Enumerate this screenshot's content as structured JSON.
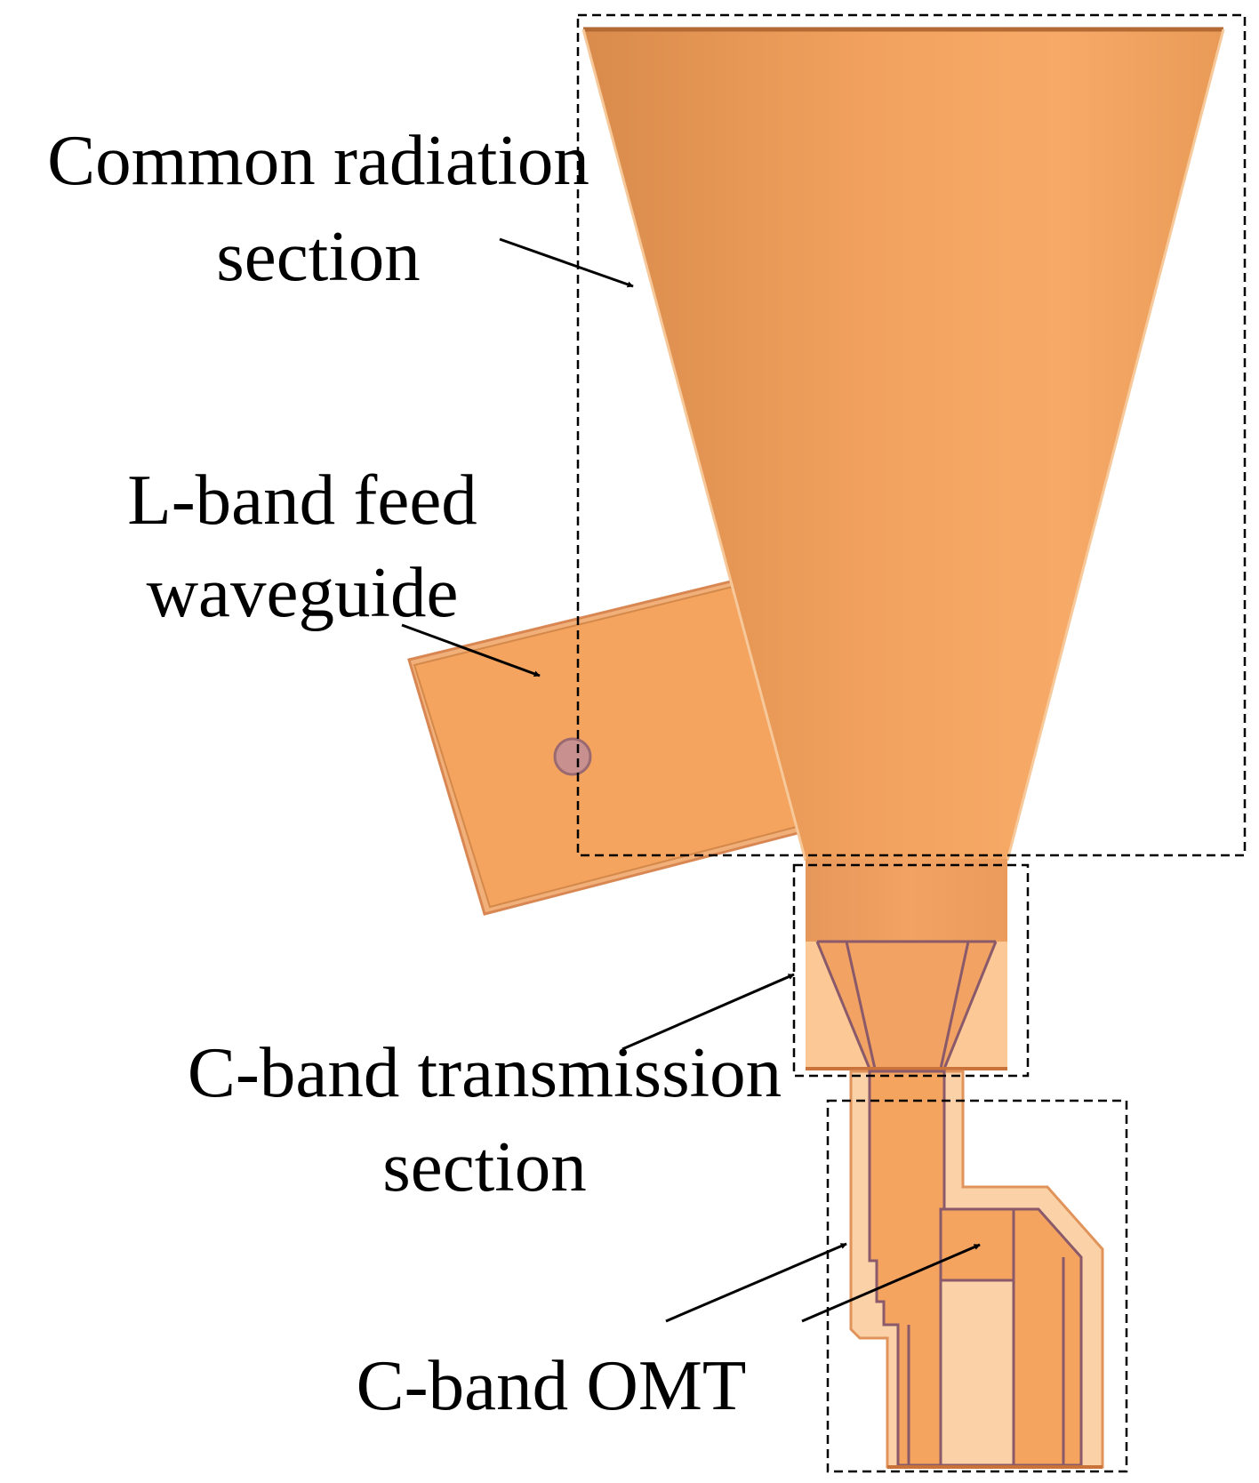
{
  "labels": {
    "common_radiation": {
      "line1": "Common radiation",
      "line2": "section"
    },
    "l_band_feed": {
      "line1": "L-band feed",
      "line2": "waveguide"
    },
    "c_band_transmission": {
      "line1": "C-band transmission",
      "line2": "section"
    },
    "c_band_omt": {
      "line1": "C-band OMT"
    }
  },
  "colors": {
    "copper_main": "#f4a45f",
    "copper_dark": "#d4894a",
    "copper_light": "#fbd2a8",
    "outline": "#8a5a6a",
    "edge": "#c9723a",
    "port": "#c8908f",
    "frame": "#000000"
  }
}
